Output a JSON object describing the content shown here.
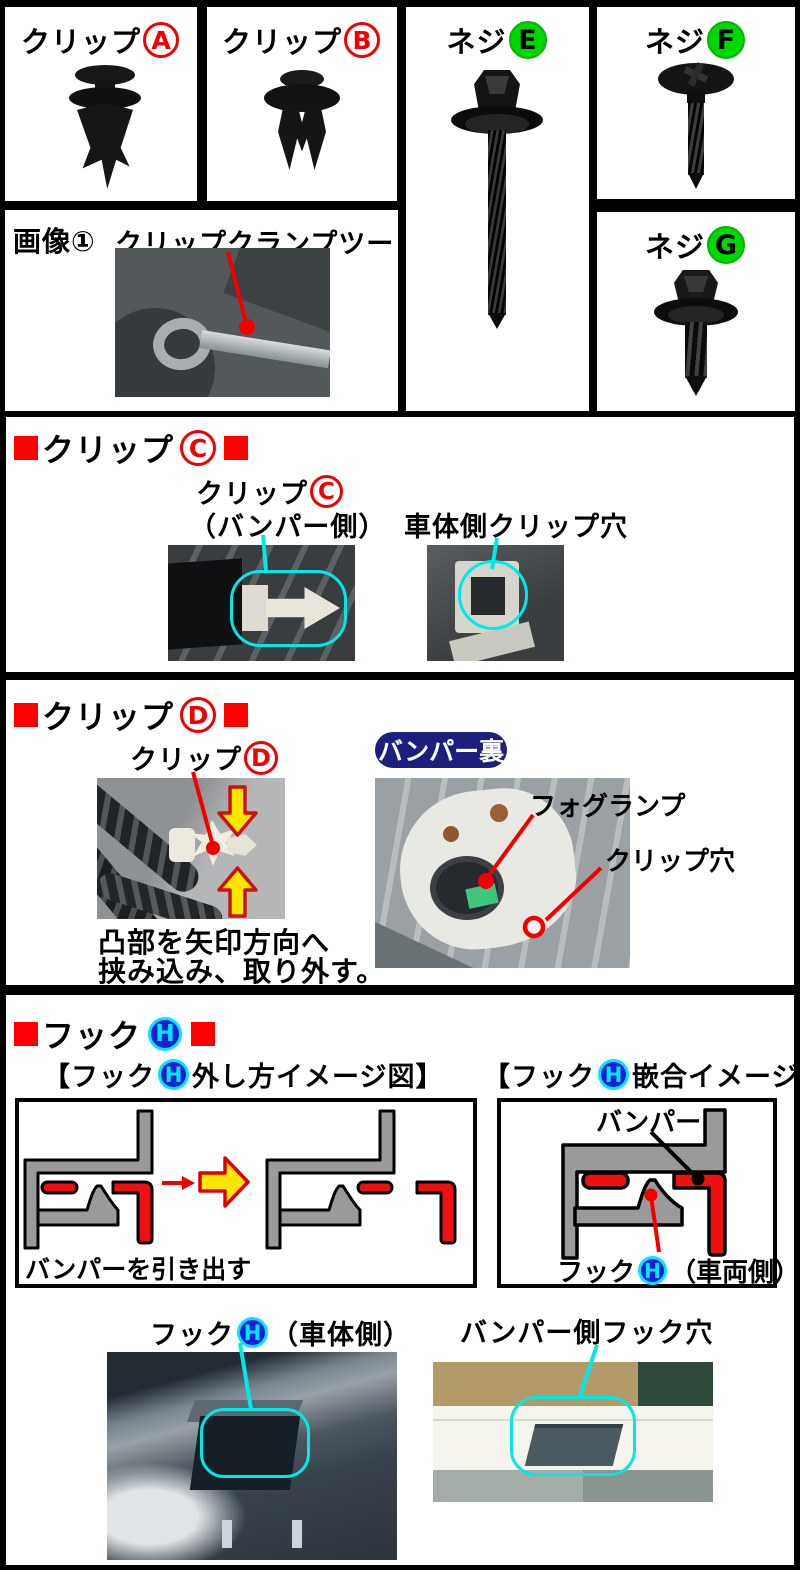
{
  "colors": {
    "accent_red": "#ff0000",
    "badge_green": "#00d800",
    "badge_blue_fill": "#1520d6",
    "badge_cyan": "#00e8ff",
    "annotation_cyan": "#00e8e8",
    "pill_navy": "#1e1e7e",
    "diagram_gray": "#9a9a9a",
    "diagram_red": "#ee1111",
    "arrow_yellow": "#ffe600"
  },
  "top": {
    "clip_a": {
      "label": "クリップ",
      "badge": "A"
    },
    "clip_b": {
      "label": "クリップ",
      "badge": "B"
    },
    "screw_e": {
      "label": "ネジ",
      "badge": "E"
    },
    "screw_f": {
      "label": "ネジ",
      "badge": "F"
    },
    "screw_g": {
      "label": "ネジ",
      "badge": "G"
    },
    "image1": {
      "label": "画像①",
      "tool_label": "クリップクランプツール"
    }
  },
  "section_c": {
    "header": {
      "label": "クリップ",
      "badge": "C"
    },
    "bumper_side_clip": {
      "label": "クリップ",
      "badge": "C",
      "sub": "（バンパー側）"
    },
    "body_side_hole_label": "車体側クリップ穴"
  },
  "section_d": {
    "header": {
      "label": "クリップ",
      "badge": "D"
    },
    "clip_label": {
      "label": "クリップ",
      "badge": "D"
    },
    "bumper_back_label": "バンパー裏",
    "fog_lamp_label": "フォグランプ",
    "clip_hole_label": "クリップ穴",
    "instruction1": "凸部を矢印方向へ",
    "instruction2": "挟み込み、取り外す。"
  },
  "section_h": {
    "header": {
      "label": "フック",
      "badge": "H"
    },
    "remove_diagram_title": {
      "pre": "【フック",
      "badge": "H",
      "post": "外し方イメージ図】"
    },
    "fit_diagram_title": {
      "pre": "【フック",
      "badge": "H",
      "post": "嵌合イメージ図】"
    },
    "pull_out_label": "バンパーを引き出す",
    "bumper_label": "バンパー",
    "hook_vehicle": {
      "pre": "フック",
      "badge": "H",
      "post": "（車両側）"
    },
    "hook_body": {
      "pre": "フック",
      "badge": "H",
      "post": "（車体側）"
    },
    "bumper_hole_label": "バンパー側フック穴"
  }
}
